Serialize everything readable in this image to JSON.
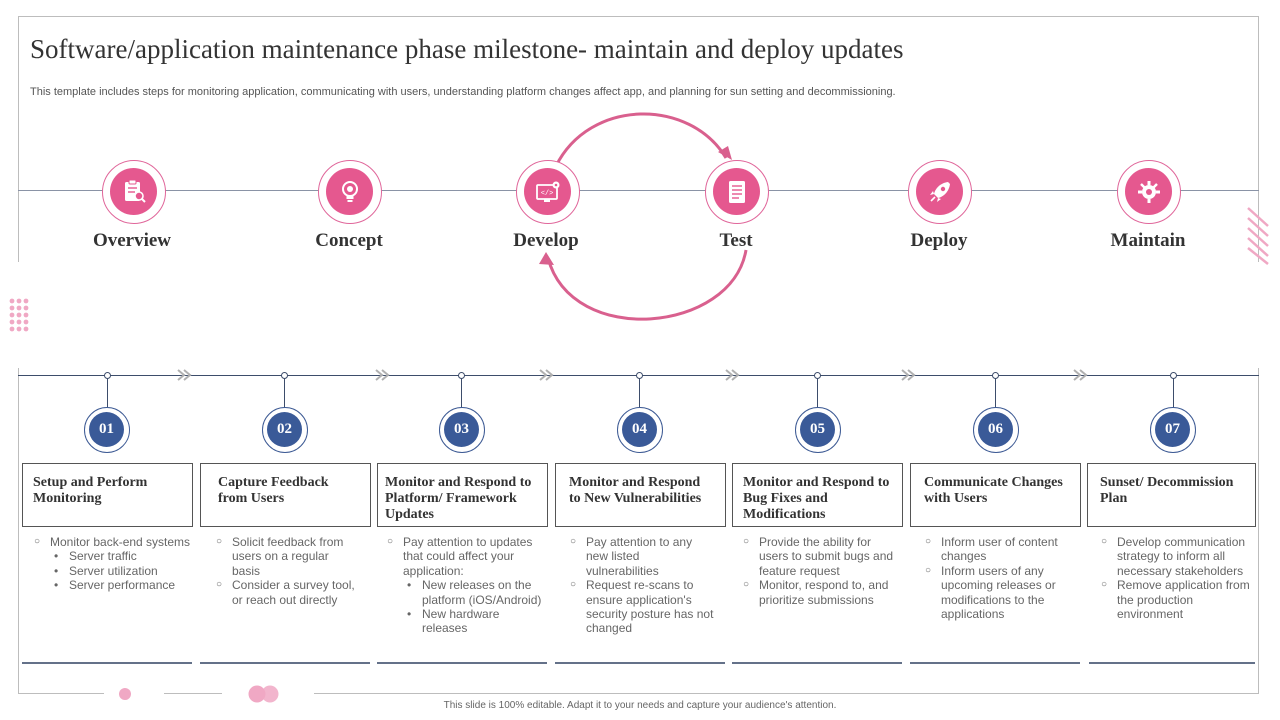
{
  "header": {
    "title": "Software/application maintenance phase milestone- maintain and deploy updates",
    "subtitle": "This template includes steps for monitoring application, communicating  with users, understanding platform changes  affect app,  and planning for  sun  setting  and decommissioning."
  },
  "phases": [
    {
      "label": "Overview",
      "icon": "clipboard-search-icon"
    },
    {
      "label": "Concept",
      "icon": "lightbulb-icon"
    },
    {
      "label": "Develop",
      "icon": "monitor-code-icon"
    },
    {
      "label": "Test",
      "icon": "document-icon"
    },
    {
      "label": "Deploy",
      "icon": "rocket-icon"
    },
    {
      "label": "Maintain",
      "icon": "gear-wrench-icon"
    }
  ],
  "steps": [
    {
      "number": "01",
      "title": "Setup and Perform Monitoring",
      "bullets": [
        {
          "level": 1,
          "text": "Monitor back-end systems"
        },
        {
          "level": 2,
          "text": "Server traffic"
        },
        {
          "level": 2,
          "text": "Server utilization"
        },
        {
          "level": 2,
          "text": "Server performance"
        }
      ]
    },
    {
      "number": "02",
      "title": "Capture Feedback from Users",
      "bullets": [
        {
          "level": 1,
          "text": "Solicit  feedback from users on a regular basis"
        },
        {
          "level": 1,
          "text": "Consider a survey tool, or reach out directly"
        }
      ]
    },
    {
      "number": "03",
      "title": "Monitor and Respond to Platform/ Framework Updates",
      "bullets": [
        {
          "level": 1,
          "text": "Pay attention to  updates that could  affect your  application:"
        },
        {
          "level": 2,
          "text": "New releases on the platform (iOS/Android)"
        },
        {
          "level": 2,
          "text": "New hardware releases"
        }
      ]
    },
    {
      "number": "04",
      "title": "Monitor and Respond to New Vulnerabilities",
      "bullets": [
        {
          "level": 1,
          "text": "Pay attention to any new listed vulnerabilities"
        },
        {
          "level": 1,
          "text": "Request re-scans to ensure application's security posture has not changed"
        }
      ]
    },
    {
      "number": "05",
      "title": "Monitor and Respond to Bug Fixes and Modifications",
      "bullets": [
        {
          "level": 1,
          "text": "Provide the ability for users to submit bugs and feature request"
        },
        {
          "level": 1,
          "text": "Monitor,  respond to, and prioritize submissions"
        }
      ]
    },
    {
      "number": "06",
      "title": "Communicate Changes with Users",
      "bullets": [
        {
          "level": 1,
          "text": "Inform user of content changes"
        },
        {
          "level": 1,
          "text": "Inform users of any upcoming releases or modifications to the applications"
        }
      ]
    },
    {
      "number": "07",
      "title": "Sunset/ Decommission Plan",
      "bullets": [
        {
          "level": 1,
          "text": "Develop communication strategy to inform all necessary stakeholders"
        },
        {
          "level": 1,
          "text": "Remove application from the production environment"
        }
      ]
    }
  ],
  "footer": {
    "text": "This slide is 100% editable.  Adapt it to your needs and capture your audience's attention."
  },
  "colors": {
    "accent_pink": "#e5588f",
    "accent_navy": "#3a5a98",
    "line_dark": "#3d4d6b"
  }
}
